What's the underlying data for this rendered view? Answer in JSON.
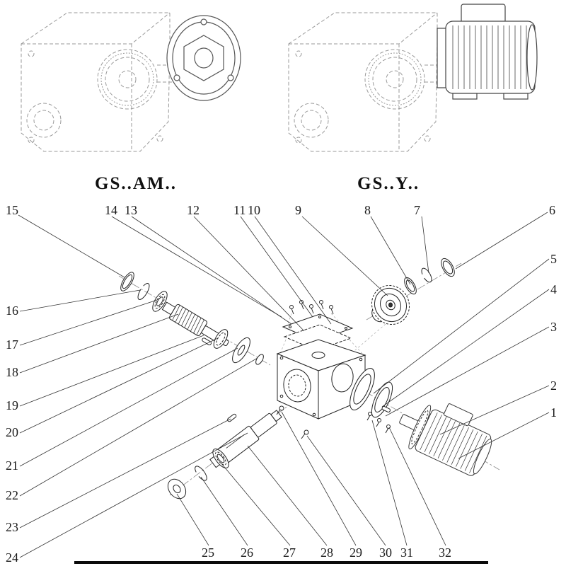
{
  "diagram": {
    "type": "exploded-parts-diagram",
    "ink_color": "#1a1a1a",
    "sketch_color": "#9a9a9a",
    "background": "#ffffff"
  },
  "models": [
    {
      "label": "GS..AM.."
    },
    {
      "label": "GS..Y.."
    }
  ],
  "callouts": [
    {
      "num": "1"
    },
    {
      "num": "2"
    },
    {
      "num": "3"
    },
    {
      "num": "4"
    },
    {
      "num": "5"
    },
    {
      "num": "6"
    },
    {
      "num": "7"
    },
    {
      "num": "8"
    },
    {
      "num": "9"
    },
    {
      "num": "10"
    },
    {
      "num": "11"
    },
    {
      "num": "12"
    },
    {
      "num": "13"
    },
    {
      "num": "14"
    },
    {
      "num": "15"
    },
    {
      "num": "16"
    },
    {
      "num": "17"
    },
    {
      "num": "18"
    },
    {
      "num": "19"
    },
    {
      "num": "20"
    },
    {
      "num": "21"
    },
    {
      "num": "22"
    },
    {
      "num": "23"
    },
    {
      "num": "24"
    },
    {
      "num": "25"
    },
    {
      "num": "26"
    },
    {
      "num": "27"
    },
    {
      "num": "28"
    },
    {
      "num": "29"
    },
    {
      "num": "30"
    },
    {
      "num": "31"
    },
    {
      "num": "32"
    }
  ]
}
